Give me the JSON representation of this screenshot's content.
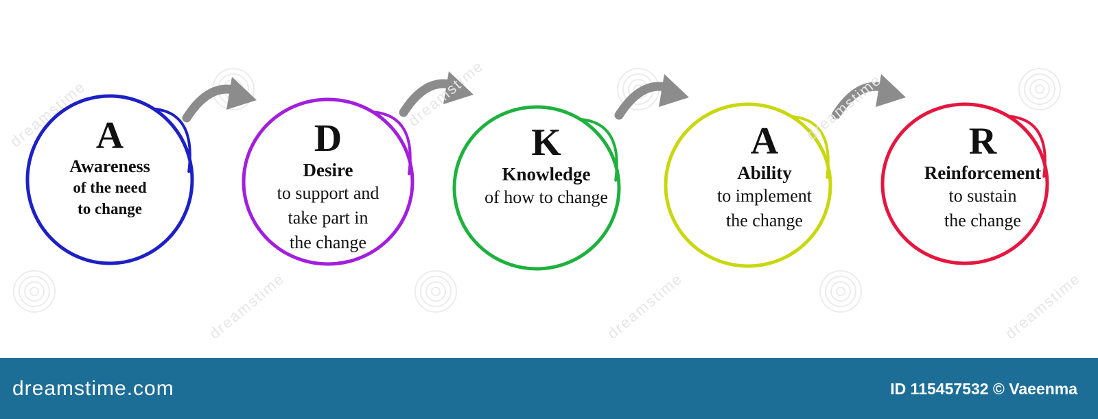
{
  "stages": [
    {
      "letter": "A",
      "title": "Awareness",
      "desc_lines": [
        "of the need",
        "to change"
      ],
      "color": "#1d20c4",
      "bold_desc": true
    },
    {
      "letter": "D",
      "title": "Desire",
      "desc_lines": [
        "to support and",
        "take part in",
        "the change"
      ],
      "color": "#a21fdc",
      "bold_desc": false
    },
    {
      "letter": "K",
      "title": "Knowledge",
      "desc_lines": [
        "of how to change"
      ],
      "color": "#1fb13e",
      "bold_desc": false
    },
    {
      "letter": "A",
      "title": "Ability",
      "desc_lines": [
        "to implement",
        "the change"
      ],
      "color": "#c9d70f",
      "bold_desc": false
    },
    {
      "letter": "R",
      "title": "Reinforcement",
      "desc_lines": [
        "to sustain",
        "the change"
      ],
      "color": "#e3173f",
      "bold_desc": false
    }
  ],
  "arrow_color": "#8c8c8c",
  "watermark": {
    "text": "dreamstime",
    "site": "dreamstime.com",
    "credit": "ID 115457532 © Vaeenma"
  },
  "footer_color": "#1d6e97"
}
